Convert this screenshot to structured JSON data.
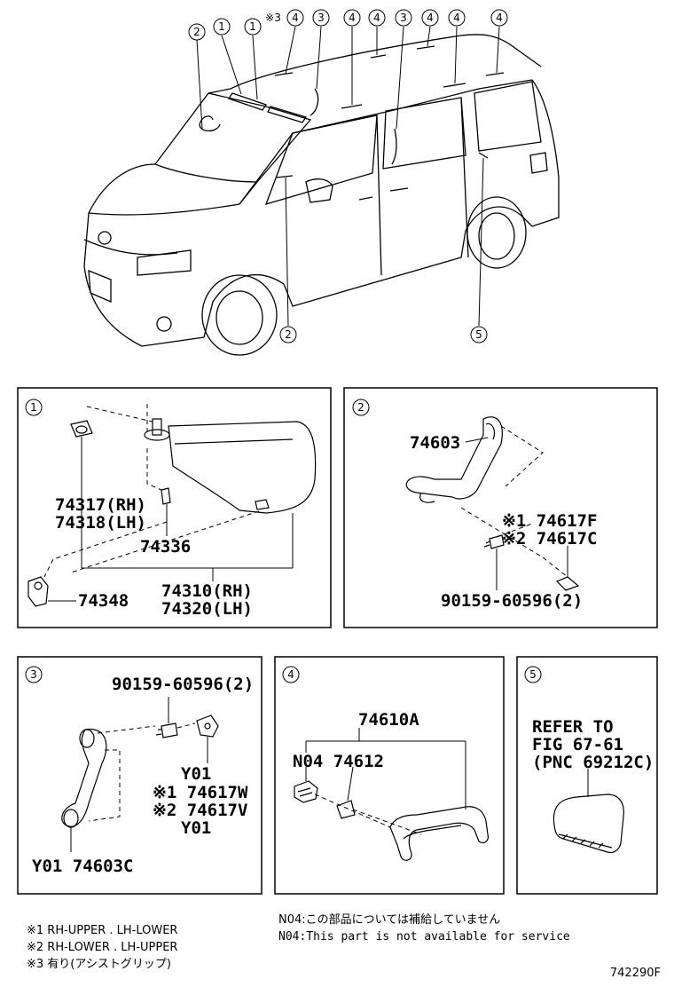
{
  "callouts": {
    "top": [
      "2",
      "1",
      "1",
      "※3",
      "4",
      "3",
      "4",
      "4",
      "3",
      "4",
      "4",
      "4"
    ],
    "bottom_2": "2",
    "bottom_5": "5"
  },
  "panel1": {
    "badge": "1",
    "p1": "74317(RH)",
    "p2": "74318(LH)",
    "p3": "74336",
    "p4": "74348",
    "p5": "74310(RH)",
    "p6": "74320(LH)"
  },
  "panel2": {
    "badge": "2",
    "p1": "74603",
    "p2": "※1 74617F",
    "p3": "※2 74617C",
    "p4": "90159-60596(2)"
  },
  "panel3": {
    "badge": "3",
    "p1": "90159-60596(2)",
    "p2": "Y01",
    "p3": "※1 74617W",
    "p4": "※2 74617V",
    "p5": "Y01",
    "p6": "Y01 74603C"
  },
  "panel4": {
    "badge": "4",
    "p1": "74610A",
    "p2": "N04 74612"
  },
  "panel5": {
    "badge": "5",
    "l1": "REFER TO",
    "l2": "FIG 67-61",
    "l3": "(PNC 69212C)"
  },
  "notes": {
    "n1": "※1 RH-UPPER . LH-LOWER",
    "n2": "※2 RH-LOWER . LH-UPPER",
    "n3": "※3 有り(アシストグリップ)",
    "n4": "N04:この部品については補給していません",
    "n5": "N04:This part is not available for service",
    "code": "742290F"
  }
}
